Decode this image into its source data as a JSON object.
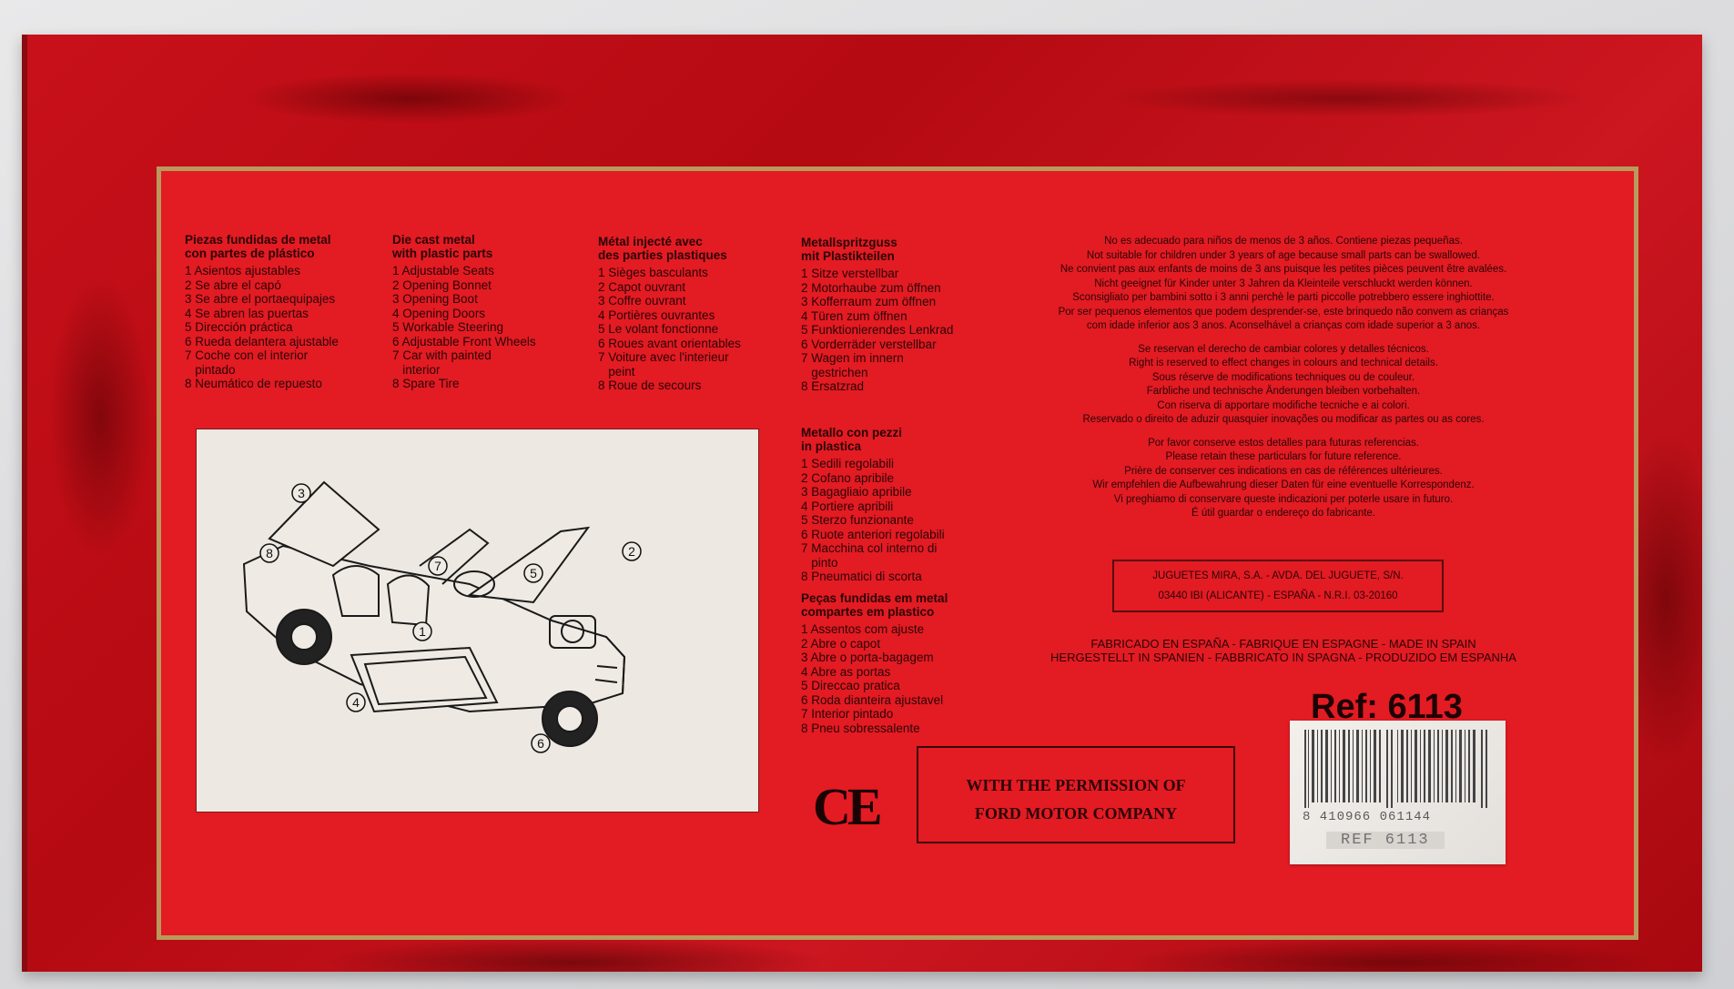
{
  "columns": [
    {
      "title": [
        "Piezas fundidas de metal",
        "con partes de plástico"
      ],
      "items": [
        "1 Asientos ajustables",
        "2 Se abre el capó",
        "3 Se abre el portaequipajes",
        "4 Se abren las puertas",
        "5 Dirección práctica",
        "6 Rueda delantera ajustable",
        "7 Coche con el interior",
        "   pintado",
        "8 Neumático de repuesto"
      ]
    },
    {
      "title": [
        "Die cast metal",
        "with plastic parts"
      ],
      "items": [
        "1 Adjustable Seats",
        "2 Opening Bonnet",
        "3 Opening Boot",
        "4 Opening Doors",
        "5 Workable Steering",
        "6 Adjustable Front Wheels",
        "7 Car with painted",
        "   interior",
        "8 Spare Tire"
      ]
    },
    {
      "title": [
        "Métal injecté avec",
        "des parties plastiques"
      ],
      "items": [
        "1 Sièges basculants",
        "2 Capot ouvrant",
        "3 Coffre ouvrant",
        "4 Portières ouvrantes",
        "5 Le volant fonctionne",
        "6 Roues avant orientables",
        "7 Voiture avec l'interieur",
        "   peint",
        "8 Roue de secours"
      ]
    },
    {
      "title": [
        "Metallspritzguss",
        "mit Plastikteilen"
      ],
      "items": [
        "1 Sitze verstellbar",
        "2 Motorhaube zum öffnen",
        "3 Kofferraum zum öffnen",
        "4 Türen zum öffnen",
        "5 Funktionierendes Lenkrad",
        "6 Vorderräder verstellbar",
        "7 Wagen im innern",
        "   gestrichen",
        "8 Ersatzrad"
      ]
    },
    {
      "title": [
        "Metallo con pezzi",
        "in plastica"
      ],
      "items": [
        "1 Sedili regolabili",
        "2 Cofano apribile",
        "3 Bagagliaio apribile",
        "4 Portiere apribili",
        "5 Sterzo funzionante",
        "6 Ruote anteriori regolabili",
        "7 Macchina col interno di",
        "   pinto",
        "8 Pneumatici di scorta"
      ]
    },
    {
      "title": [
        "Peças fundidas em metal",
        "compartes em plastico"
      ],
      "items": [
        "1 Assentos com ajuste",
        "2 Abre o capot",
        "3 Abre o porta-bagagem",
        "4 Abre as portas",
        "5 Direccao pratica",
        "6 Roda dianteira ajustavel",
        "7 Interior pintado",
        "8 Pneu sobressalente"
      ]
    }
  ],
  "warnings": {
    "age": [
      "No es adecuado para niños de menos de 3 años. Contiene piezas pequeñas.",
      "Not suitable for children under 3 years of age because small parts can be swallowed.",
      "Ne convient pas aux enfants de moins de 3 ans puisque les petites pièces peuvent être avalées.",
      "Nicht geeignet für Kinder unter 3 Jahren da Kleinteile verschluckt werden können.",
      "Sconsigliato per bambini sotto i 3 anni perchè le parti piccolle potrebbero essere inghiottite.",
      "Por ser pequenos elementos que podem desprender-se, este brinquedo não convem as crianças",
      "com idade inferior aos 3 anos. Aconselhável a crianças com idade superior a 3 anos."
    ],
    "changes": [
      "Se reservan el derecho de cambiar colores y detalles técnicos.",
      "Right is reserved to effect changes in colours and technical details.",
      "Sous réserve de modifications techniques ou de couleur.",
      "Farbliche und technische Änderungen bleiben vorbehalten.",
      "Con riserva di apportare modifiche tecniche e ai colori.",
      "Reservado o direito de aduzir quasquier inovações ou modificar as partes ou as cores."
    ],
    "retain": [
      "Por favor conserve estos detalles para futuras referencias.",
      "Please retain these particulars for future reference.",
      "Prière de conserver ces indications en cas de références ultérieures.",
      "Wir empfehlen die Aufbewahrung dieser Daten für eine eventuelle Korrespondenz.",
      "Vi preghiamo di conservare queste indicazioni per poterle usare in futuro.",
      "É útil guardar o endereço do fabricante."
    ]
  },
  "address": [
    "JUGUETES MIRA, S.A. - AVDA. DEL JUGUETE, S/N.",
    "03440 IBI (ALICANTE) - ESPAÑA - N.R.I. 03-20160"
  ],
  "made_in": [
    "FABRICADO EN ESPAÑA - FABRIQUE EN ESPAGNE - MADE IN SPAIN",
    "HERGESTELLT IN SPANIEN - FABBRICATO IN SPAGNA - PRODUZIDO EM ESPANHA"
  ],
  "ce_mark": "CE",
  "permission": [
    "WITH THE PERMISSION OF",
    "FORD MOTOR COMPANY"
  ],
  "ref": "Ref: 6113",
  "barcode": {
    "number": "8 410966 061144",
    "ref_label": "REF 6113"
  },
  "callouts": [
    "3",
    "8",
    "7",
    "5",
    "2",
    "1",
    "4",
    "6"
  ],
  "colors": {
    "box_red": "#e31b23",
    "gold_line": "#b99a5c",
    "text_dark": "#2a0406"
  }
}
